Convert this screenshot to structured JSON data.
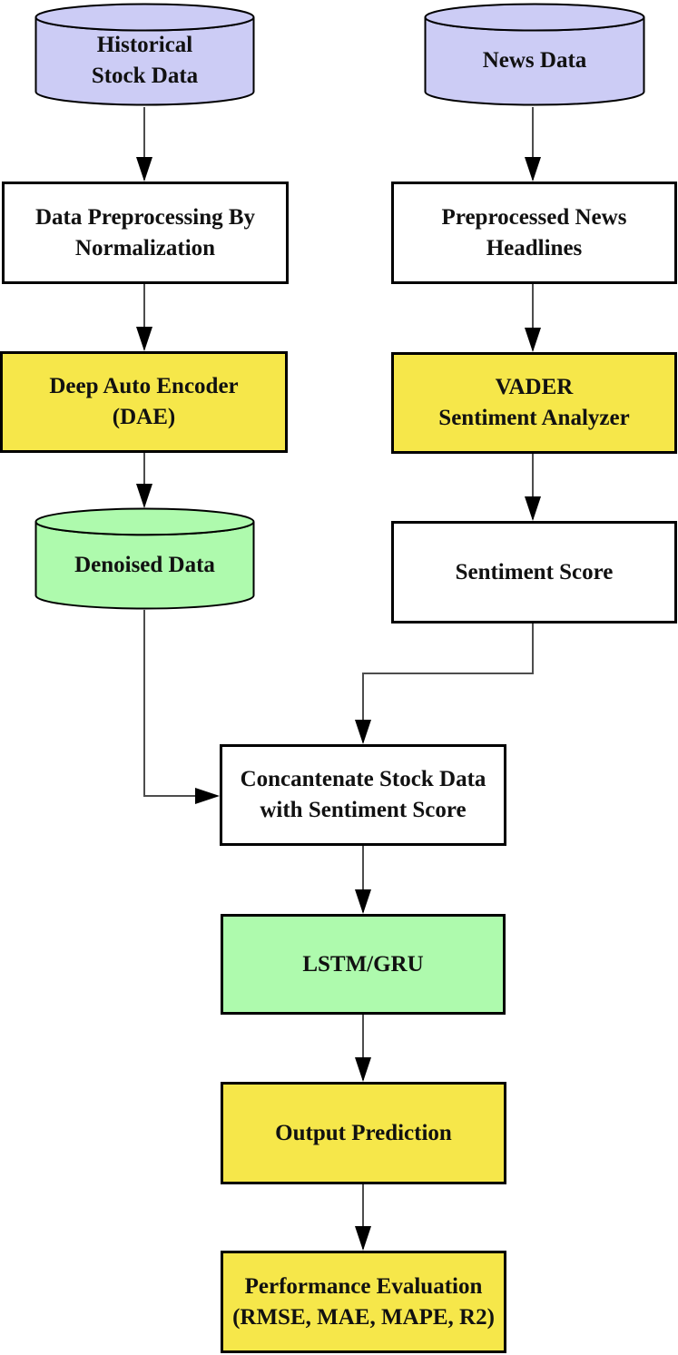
{
  "colors": {
    "lavender": "#ccccf5",
    "yellow": "#f6e74a",
    "green": "#aefaad",
    "white": "#ffffff",
    "border": "#000000",
    "line": "#4d4d4d",
    "text": "#111111"
  },
  "nodes": {
    "historical_stock_data": {
      "label": "Historical\nStock Data",
      "shape": "cylinder",
      "fill": "#ccccf5"
    },
    "news_data": {
      "label": "News Data",
      "shape": "cylinder",
      "fill": "#ccccf5"
    },
    "data_preprocessing": {
      "label": "Data Preprocessing By\nNormalization",
      "shape": "rect",
      "fill": "#ffffff"
    },
    "preprocessed_news": {
      "label": "Preprocessed News\nHeadlines",
      "shape": "rect",
      "fill": "#ffffff"
    },
    "dae": {
      "label": "Deep Auto Encoder\n(DAE)",
      "shape": "rect",
      "fill": "#f6e74a"
    },
    "vader": {
      "label": "VADER\nSentiment Analyzer",
      "shape": "rect",
      "fill": "#f6e74a"
    },
    "denoised_data": {
      "label": "Denoised Data",
      "shape": "cylinder",
      "fill": "#aefaad"
    },
    "sentiment_score": {
      "label": "Sentiment Score",
      "shape": "rect",
      "fill": "#ffffff"
    },
    "concatenate": {
      "label": "Concantenate Stock Data\nwith Sentiment Score",
      "shape": "rect",
      "fill": "#ffffff"
    },
    "lstm_gru": {
      "label": "LSTM/GRU",
      "shape": "rect",
      "fill": "#aefaad"
    },
    "output_prediction": {
      "label": "Output Prediction",
      "shape": "rect",
      "fill": "#f6e74a"
    },
    "performance_evaluation": {
      "label": "Performance Evaluation\n(RMSE, MAE, MAPE, R2)",
      "shape": "rect",
      "fill": "#f6e74a"
    }
  }
}
